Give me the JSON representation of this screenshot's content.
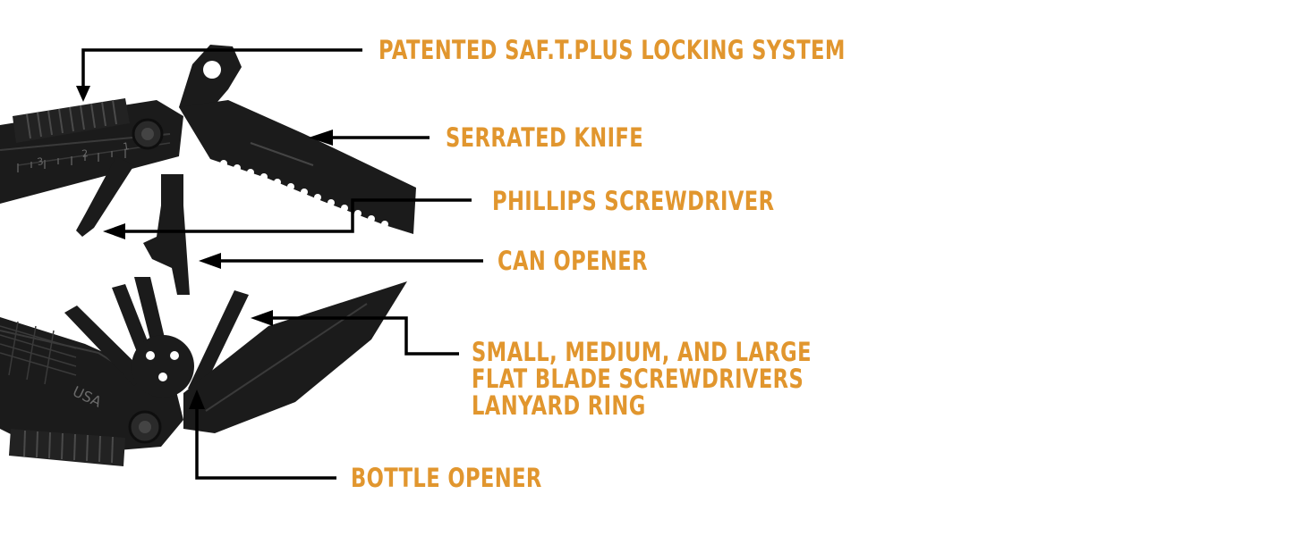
{
  "colors": {
    "label": "#e1962e",
    "leader_line": "#000000",
    "tool_body": "#1b1b1b",
    "tool_highlight": "#3a3a3a",
    "background": "#ffffff"
  },
  "labels": {
    "locking_system": "PATENTED SAF.T.PLUS LOCKING SYSTEM",
    "serrated_knife": "SERRATED KNIFE",
    "phillips_screwdriver": "PHILLIPS SCREWDRIVER",
    "can_opener": "CAN OPENER",
    "flat_screwdrivers_line1": "SMALL, MEDIUM, AND LARGE",
    "flat_screwdrivers_line2": "FLAT BLADE SCREWDRIVERS",
    "flat_screwdrivers_line3": "LANYARD RING",
    "bottle_opener": "BOTTLE OPENER"
  },
  "tool_markings": {
    "ruler_numbers": [
      "3",
      "2",
      "1"
    ],
    "stamp": "USA"
  }
}
